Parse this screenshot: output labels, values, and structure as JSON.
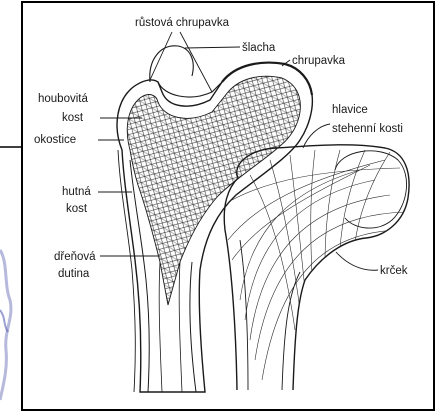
{
  "labels": {
    "growth_cartilage": "růstová chrupavka",
    "tendon": "šlacha",
    "cartilage": "chrupavka",
    "spongy_bone_1": "houbovitá",
    "spongy_bone_2": "kost",
    "periosteum": "okostice",
    "compact_bone_1": "hutná",
    "compact_bone_2": "kost",
    "marrow_cavity_1": "dřeňová",
    "marrow_cavity_2": "dutina",
    "femoral_head_1": "hlavice",
    "femoral_head_2": "stehenní kosti",
    "neck": "krček"
  },
  "colors": {
    "ink": "#1a1a1a",
    "frame": "#000000",
    "hatch": "#2a2a2a",
    "stray_blue": "#7a7fc0"
  }
}
